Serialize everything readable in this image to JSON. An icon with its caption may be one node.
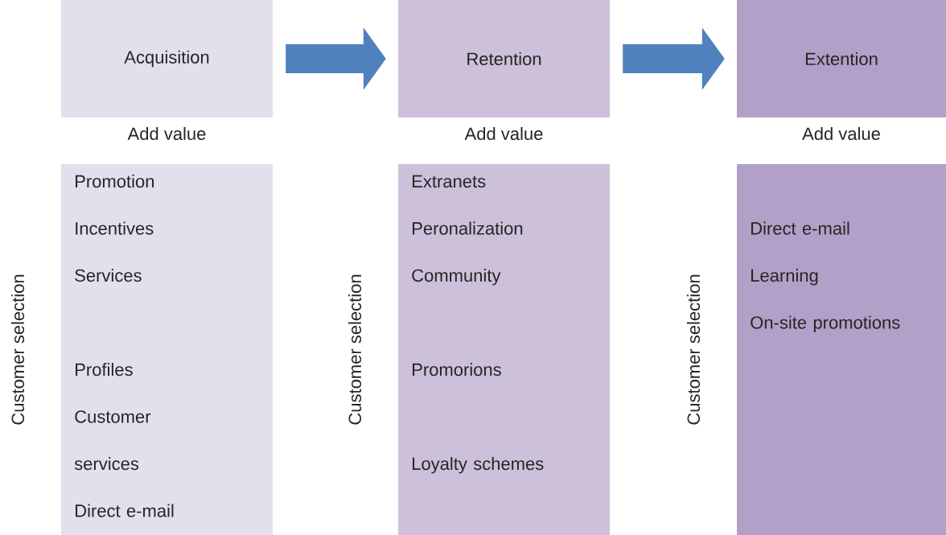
{
  "diagram": {
    "nodes": [
      {
        "text": [
          "Acquisition"
        ],
        "beside": [
          "Add value"
        ]
      },
      {
        "text": [
          "Promotion",
          "Incentives",
          "Services",
          "Profiles",
          "Customer services",
          "Direct e-mail"
        ],
        "beside": [
          "Customer selection"
        ]
      },
      {
        "text": [
          "Retention"
        ],
        "beside": [
          "Add value"
        ]
      },
      {
        "text": [
          "Extranets",
          "Peronalization",
          "Community",
          "Promorions",
          "Loyalty schemes"
        ],
        "beside": [
          "Customer selection"
        ]
      },
      {
        "text": [
          "Extention"
        ],
        "beside": [
          "Add value"
        ]
      },
      {
        "text": [
          "Direct e-mail",
          "Learning",
          "On-site promotions"
        ],
        "beside": [
          "Customer selection"
        ]
      }
    ],
    "edges": [
      {
        "from": 0,
        "to": 2,
        "arrow": "to"
      },
      {
        "from": 2,
        "to": 4,
        "arrow": "to"
      }
    ]
  }
}
